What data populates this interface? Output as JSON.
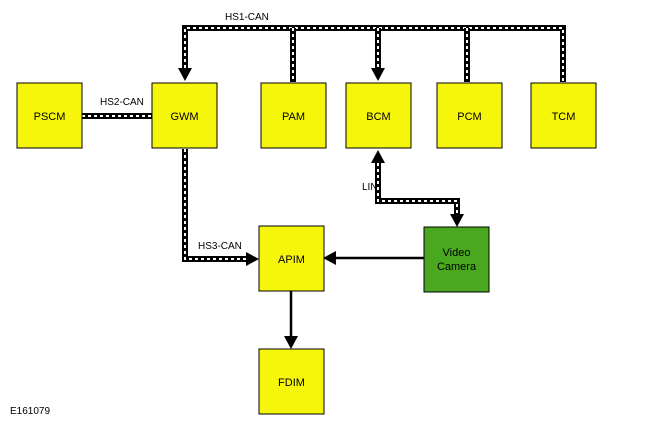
{
  "figure_id": "E161079",
  "modules": {
    "pscm": "PSCM",
    "gwm": "GWM",
    "pam": "PAM",
    "bcm": "BCM",
    "pcm": "PCM",
    "tcm": "TCM",
    "apim": "APIM",
    "video_camera_line1": "Video",
    "video_camera_line2": "Camera",
    "fdim": "FDIM"
  },
  "buses": {
    "hs1": "HS1-CAN",
    "hs2": "HS2-CAN",
    "hs3": "HS3-CAN",
    "lin": "LIN"
  },
  "colors": {
    "module_fill": "#f6f60a",
    "camera_fill": "#4aa81f"
  }
}
